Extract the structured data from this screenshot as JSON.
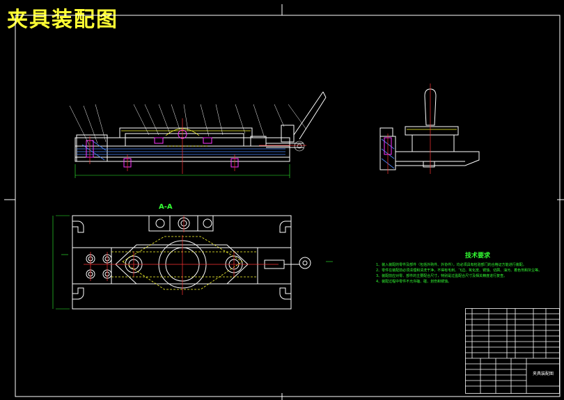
{
  "drawing": {
    "title": "夹具装配图",
    "section_label": "A-A",
    "tech_requirements": {
      "heading": "技术要求",
      "notes": [
        "1、装入装配的零件及部件（包括外购件、外协件），均必须具有检验部门的合格证方能进行装配。",
        "2、零件在装配前必须清理和清洗干净，不得有毛刺、飞边、氧化皮、锈蚀、切屑、油污、着色剂和灰尘等。",
        "3、装配前应对零、部件的主要配合尺寸，特别是过盈配合尺寸及相关精度进行复查。",
        "4、装配过程中零件不允许磕、碰、划伤和锈蚀。"
      ]
    },
    "title_block": {
      "drawing_name": "夹具装配图"
    },
    "colors": {
      "background": "#000000",
      "outline": "#ffffff",
      "dimension": "#33ff33",
      "centerline": "#ff3333",
      "hidden_line": "#ffff33",
      "bolt_section": "#ff33ff",
      "title_text": "#ffff33"
    }
  }
}
